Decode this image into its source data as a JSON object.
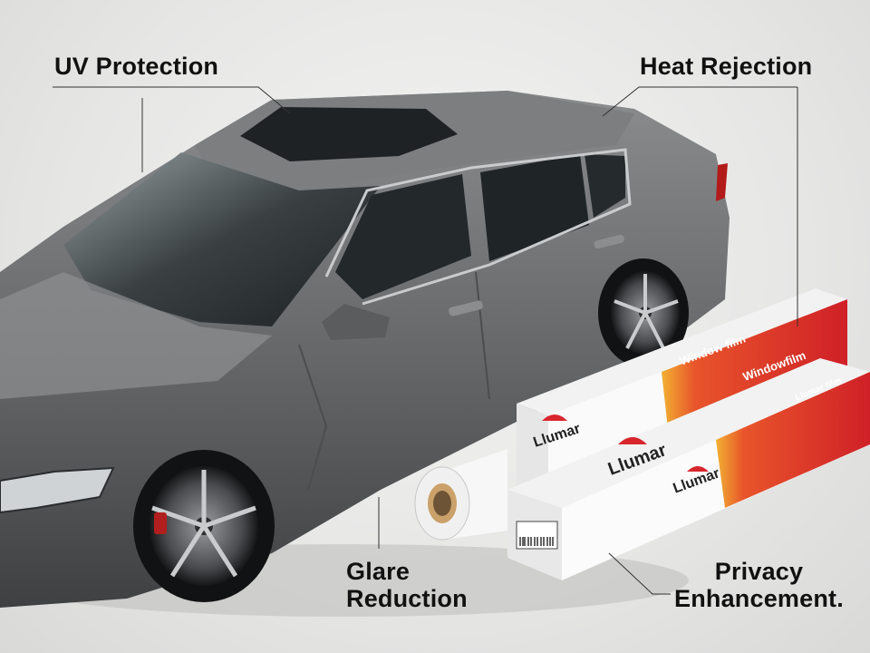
{
  "callouts": {
    "uv": "UV Protection",
    "heat": "Heat Rejection",
    "glare_line1": "Glare",
    "glare_line2": "Reduction",
    "privacy_line1": "Privacy",
    "privacy_line2": "Enhancement."
  },
  "products": {
    "brand": "Llumar",
    "box_label_1": "Window film",
    "box_label_2": "Windowfilm",
    "box_label_3": "Llumar film"
  },
  "colors": {
    "car_body": "#6b6d6f",
    "box_red": "#d8262d",
    "box_yellow": "#f2b431",
    "background": "#e9e9e8"
  }
}
